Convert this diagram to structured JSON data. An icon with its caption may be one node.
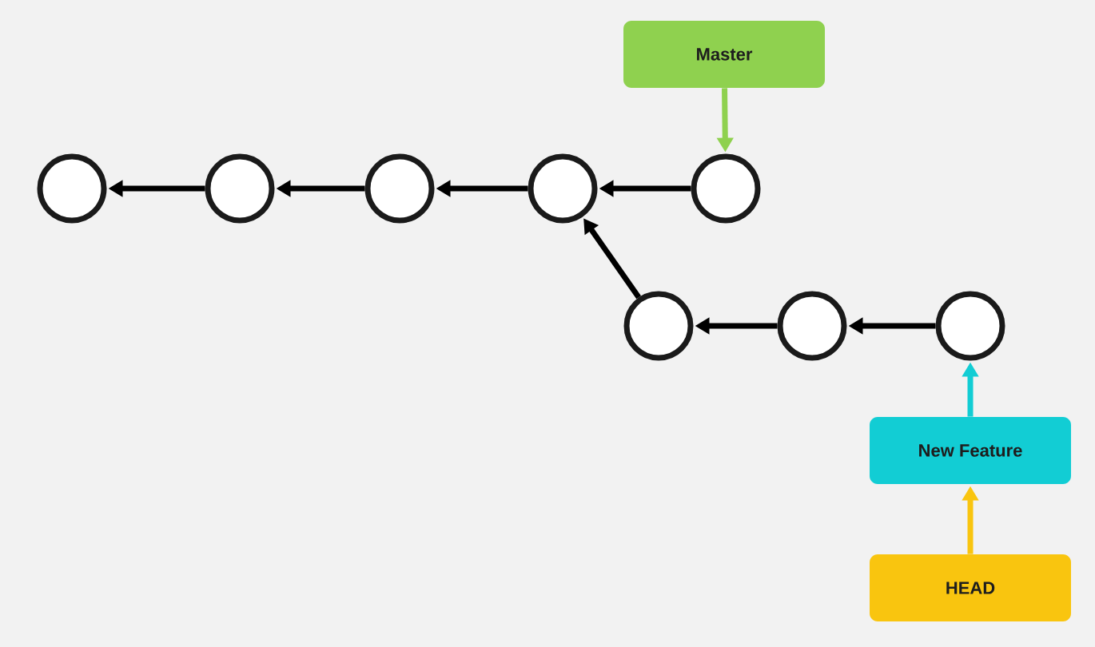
{
  "diagram": {
    "nodes": [
      {
        "text": [
          "Master"
        ]
      },
      {
        "text": [],
        "shape": "circle"
      },
      {
        "text": [],
        "shape": "circle"
      },
      {
        "text": [],
        "shape": "circle"
      },
      {
        "text": [],
        "shape": "circle"
      },
      {
        "text": [],
        "shape": "circle"
      },
      {
        "text": [],
        "shape": "circle"
      },
      {
        "text": [],
        "shape": "circle"
      },
      {
        "text": [],
        "shape": "circle"
      },
      {
        "text": [
          "New Feature"
        ]
      },
      {
        "text": [
          "HEAD"
        ]
      }
    ],
    "edges": [
      {
        "from": 0,
        "to": 5,
        "arrow": "to",
        "color": "#8fd14f"
      },
      {
        "from": 5,
        "to": 4,
        "arrow": "to"
      },
      {
        "from": 4,
        "to": 3,
        "arrow": "to"
      },
      {
        "from": 3,
        "to": 2,
        "arrow": "to"
      },
      {
        "from": 2,
        "to": 1,
        "arrow": "to"
      },
      {
        "from": 6,
        "to": 4,
        "arrow": "to"
      },
      {
        "from": 7,
        "to": 6,
        "arrow": "to"
      },
      {
        "from": 8,
        "to": 7,
        "arrow": "to"
      },
      {
        "from": 9,
        "to": 8,
        "arrow": "to",
        "color": "#12cdd4"
      },
      {
        "from": 10,
        "to": 9,
        "arrow": "to",
        "color": "#f9c50f"
      }
    ]
  }
}
